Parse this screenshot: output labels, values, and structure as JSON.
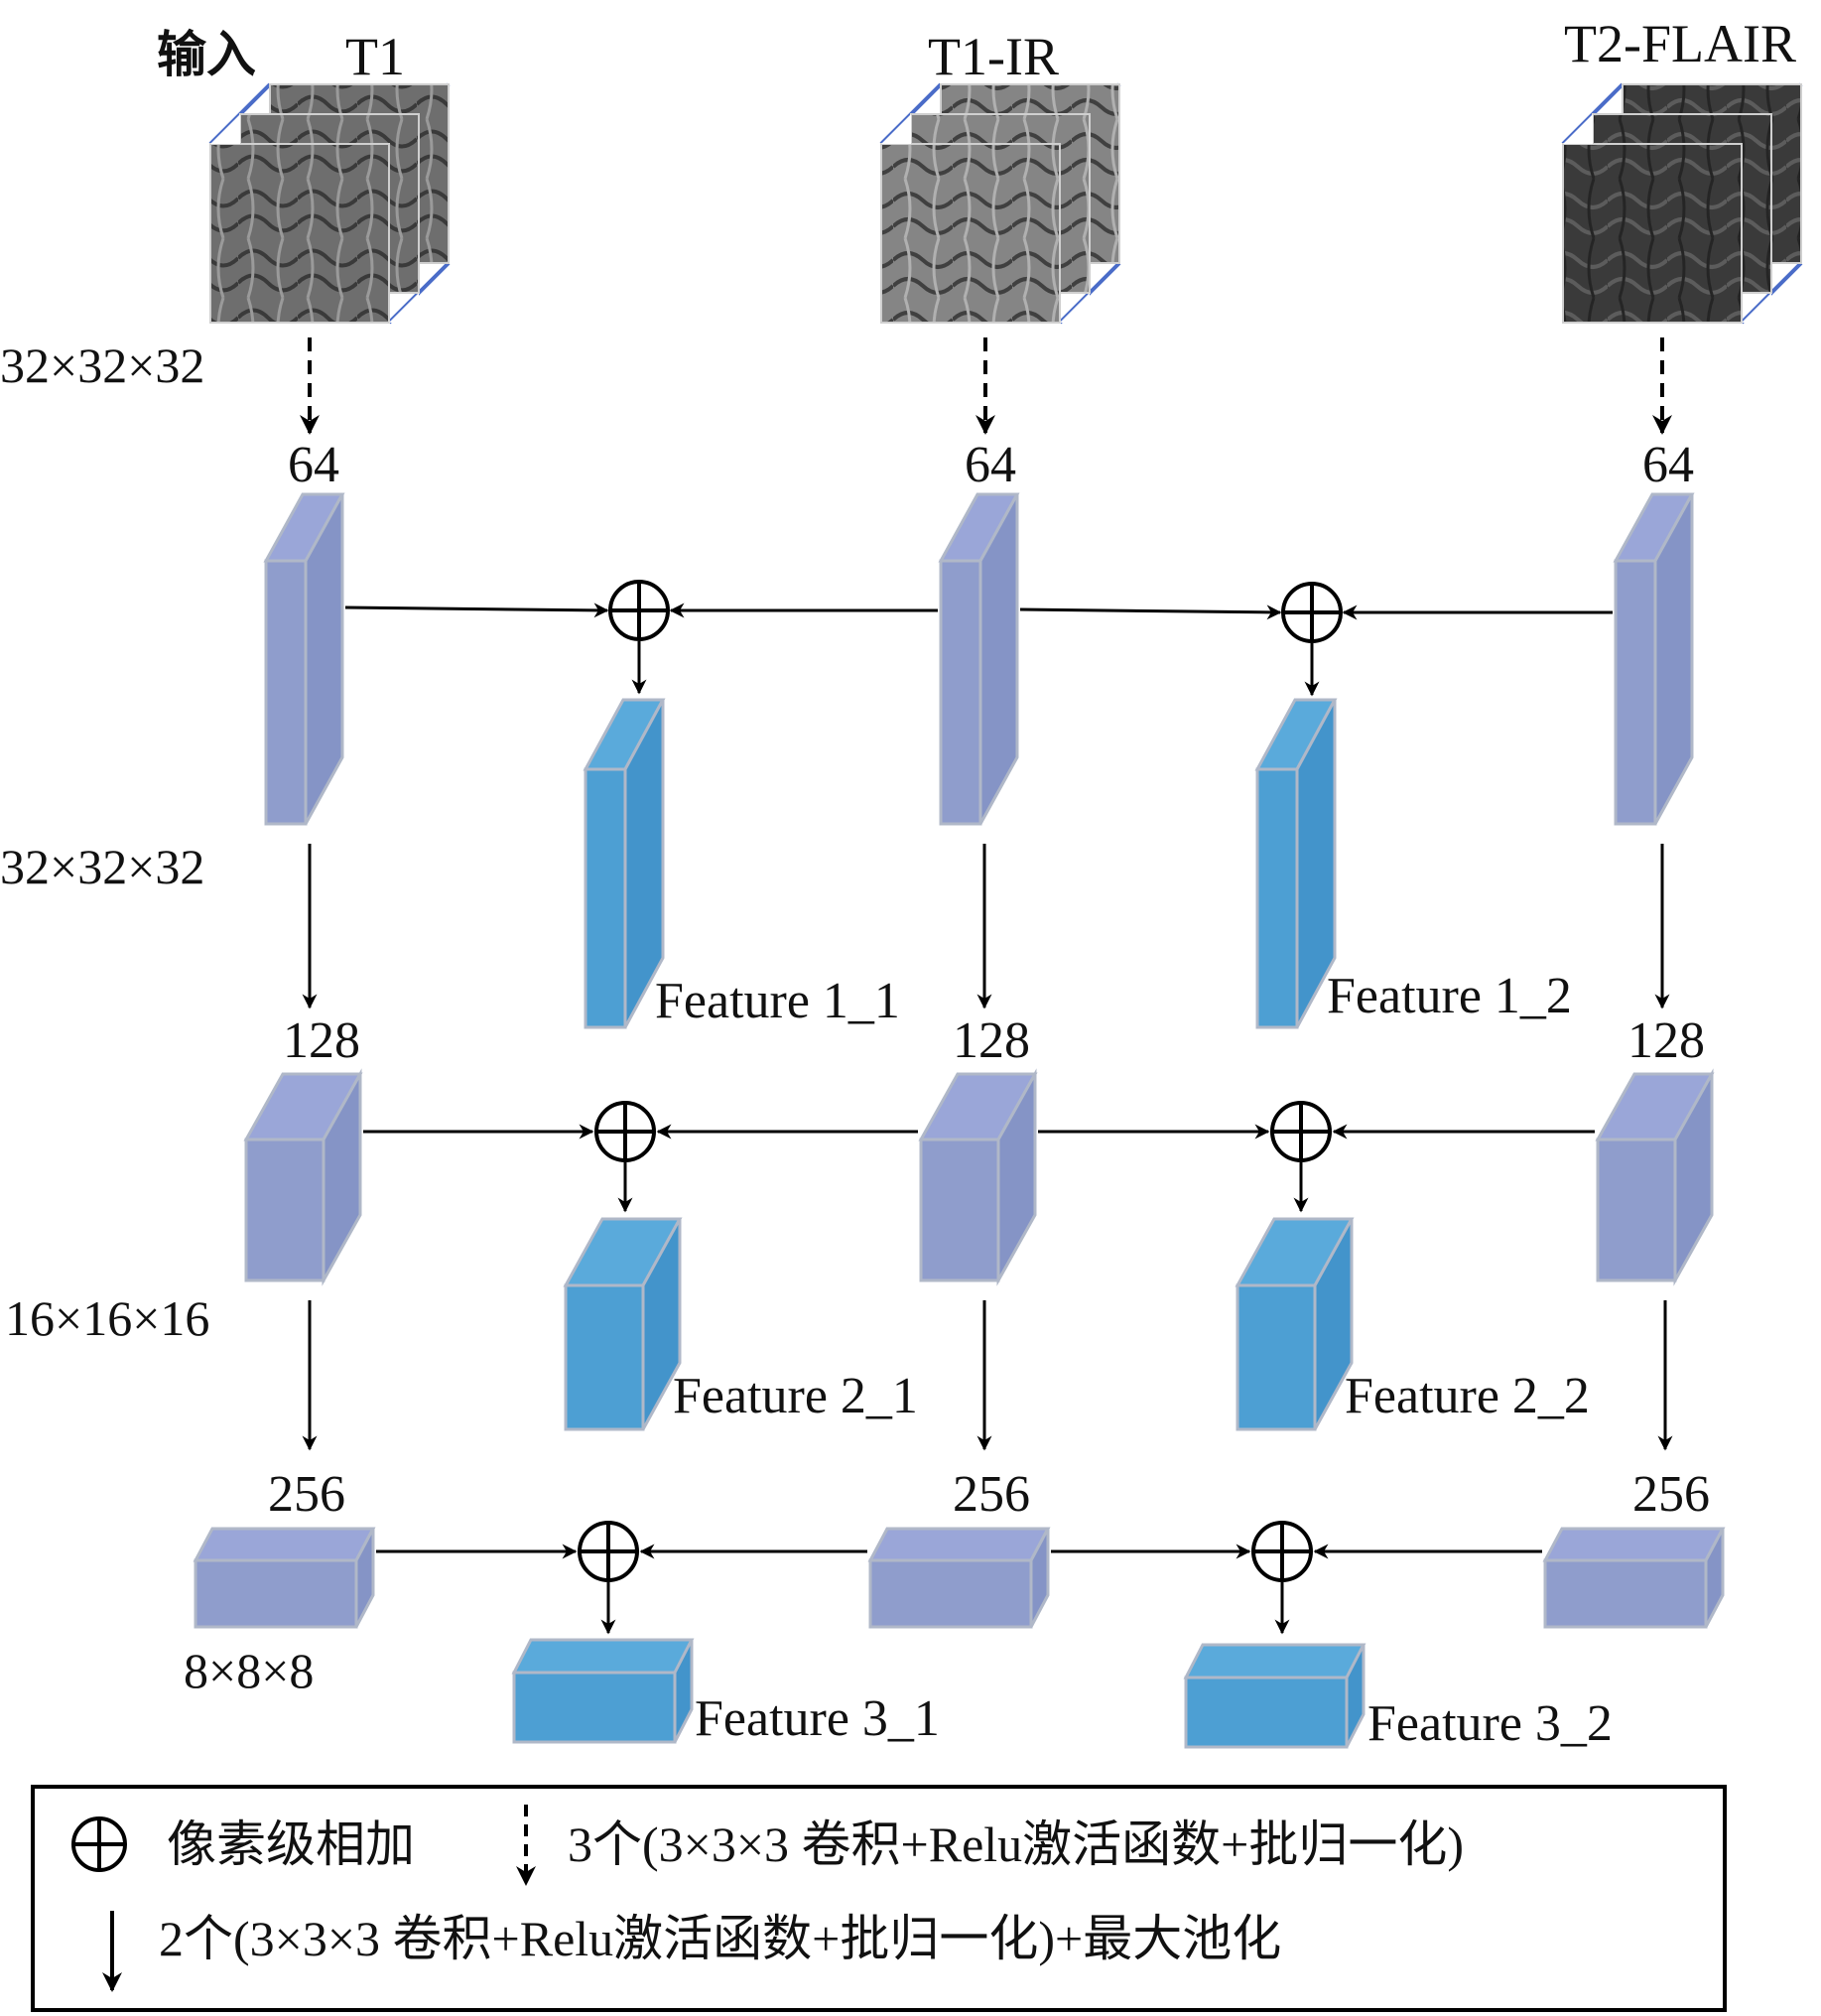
{
  "input_label": "输入",
  "modalities": [
    "T1",
    "T1-IR",
    "T2-FLAIR"
  ],
  "input_size": "32×32×32",
  "stages": [
    {
      "channels": "64",
      "size": "32×32×32",
      "features": [
        "Feature 1_1",
        "Feature 1_2"
      ]
    },
    {
      "channels": "128",
      "size": "16×16×16",
      "features": [
        "Feature 2_1",
        "Feature 2_2"
      ]
    },
    {
      "channels": "256",
      "size": "8×8×8",
      "features": [
        "Feature 3_1",
        "Feature 3_2"
      ]
    }
  ],
  "legend": {
    "plus": "像素级相加",
    "dashed_arrow": "3个(3×3×3 卷积+Relu激活函数+批归一化)",
    "solid_arrow": "2个(3×3×3 卷积+Relu激活函数+批归一化)+最大池化"
  },
  "colors": {
    "encoder_block": "#8f9dcc",
    "feature_block": "#4d9fd3",
    "scan_border": "#4a6cc8"
  }
}
